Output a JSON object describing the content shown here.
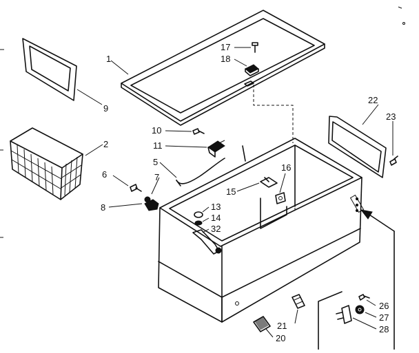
{
  "callouts": [
    {
      "id": "c1",
      "label": "1"
    },
    {
      "id": "c2",
      "label": "2"
    },
    {
      "id": "c5",
      "label": "5"
    },
    {
      "id": "c6",
      "label": "6"
    },
    {
      "id": "c7",
      "label": "7"
    },
    {
      "id": "c8",
      "label": "8"
    },
    {
      "id": "c9",
      "label": "9"
    },
    {
      "id": "c10",
      "label": "10"
    },
    {
      "id": "c11",
      "label": "11"
    },
    {
      "id": "c13",
      "label": "13"
    },
    {
      "id": "c14",
      "label": "14"
    },
    {
      "id": "c15",
      "label": "15"
    },
    {
      "id": "c16",
      "label": "16"
    },
    {
      "id": "c17",
      "label": "17"
    },
    {
      "id": "c18",
      "label": "18"
    },
    {
      "id": "c20",
      "label": "20"
    },
    {
      "id": "c21",
      "label": "21"
    },
    {
      "id": "c22",
      "label": "22"
    },
    {
      "id": "c23",
      "label": "23"
    },
    {
      "id": "c26",
      "label": "26"
    },
    {
      "id": "c27",
      "label": "27"
    },
    {
      "id": "c28",
      "label": "28"
    },
    {
      "id": "c32",
      "label": "32"
    }
  ]
}
